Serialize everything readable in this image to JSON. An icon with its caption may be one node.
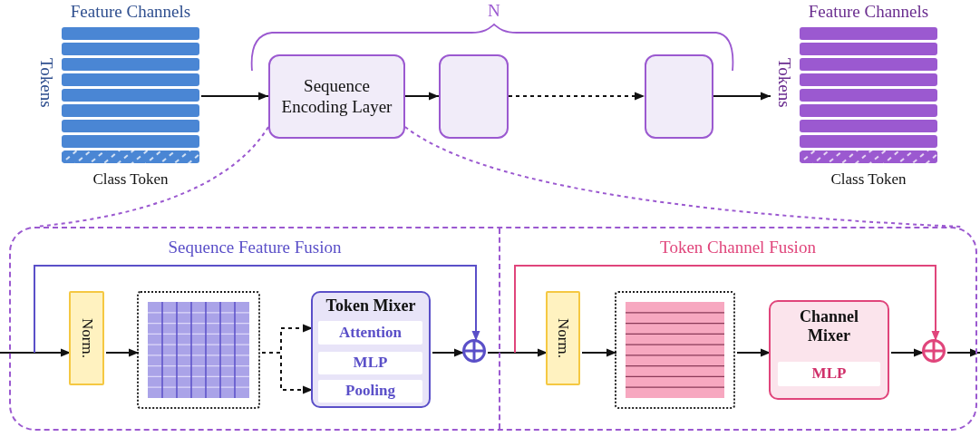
{
  "diagram": {
    "nodes": [
      {
        "text": [
          "Feature Channels",
          "Tokens"
        ],
        "beside": [
          "Class Token"
        ]
      },
      {
        "text": [
          "Sequence Encoding Layer"
        ]
      },
      {
        "text": [],
        "shape": "box"
      },
      {
        "text": [],
        "shape": "box"
      },
      {
        "text": [
          "Feature Channels",
          "Tokens"
        ],
        "beside": [
          "Class Token"
        ]
      },
      {
        "text": [],
        "shape": "box"
      },
      {
        "text": [
          "Sequence Feature Fusion"
        ],
        "in": 5
      },
      {
        "text": [
          "Norm."
        ],
        "in": 6
      },
      {
        "text": [],
        "shape": "box",
        "in": 6
      },
      {
        "text": [
          "Token Mixer"
        ],
        "in": 6
      },
      {
        "text": [
          "Attention"
        ],
        "in": 9
      },
      {
        "text": [
          "MLP"
        ],
        "in": 9
      },
      {
        "text": [
          "Pooling"
        ],
        "in": 9
      },
      {
        "text": [],
        "shape": "circle",
        "in": 6
      },
      {
        "text": [
          "Token Channel Fusion"
        ],
        "in": 5
      },
      {
        "text": [
          "Norm."
        ],
        "in": 14
      },
      {
        "text": [],
        "shape": "box",
        "in": 14
      },
      {
        "text": [
          "Channel Mixer"
        ],
        "in": 14
      },
      {
        "text": [
          "MLP"
        ],
        "in": 17
      },
      {
        "text": [],
        "shape": "circle",
        "in": 14
      }
    ],
    "edges": [
      {
        "from": 0,
        "to": 1,
        "arrow": "to"
      },
      {
        "from": 1,
        "to": 2,
        "arrow": "to"
      },
      {
        "from": 2,
        "to": 3,
        "arrow": "to",
        "style": "dashed"
      },
      {
        "from": 3,
        "to": 4,
        "arrow": "to"
      },
      {
        "from": 1,
        "to": 5,
        "arrow": "none",
        "style": "dashed",
        "color": "#9b59d0"
      },
      {
        "from": 1,
        "to": 5,
        "arrow": "none",
        "style": "dashed",
        "color": "#9b59d0"
      },
      {
        "from": null,
        "to": 7,
        "arrow": "to"
      },
      {
        "from": 7,
        "to": 8,
        "arrow": "to"
      },
      {
        "from": 8,
        "to": 9,
        "arrow": "to",
        "style": "dashed"
      },
      {
        "from": 8,
        "to": 9,
        "arrow": "to",
        "style": "dashed"
      },
      {
        "from": 9,
        "to": 13,
        "arrow": "to"
      },
      {
        "from": null,
        "to": 13,
        "arrow": "to",
        "color": "#5a4fc8"
      },
      {
        "from": 13,
        "to": 15,
        "arrow": "to"
      },
      {
        "from": 15,
        "to": 16,
        "arrow": "to"
      },
      {
        "from": 16,
        "to": 17,
        "arrow": "to"
      },
      {
        "from": 17,
        "to": 19,
        "arrow": "to"
      },
      {
        "from": 13,
        "to": 19,
        "arrow": "to",
        "color": "#e0457b"
      },
      {
        "from": 19,
        "to": null,
        "arrow": "to"
      }
    ],
    "labels": [
      "N"
    ]
  }
}
